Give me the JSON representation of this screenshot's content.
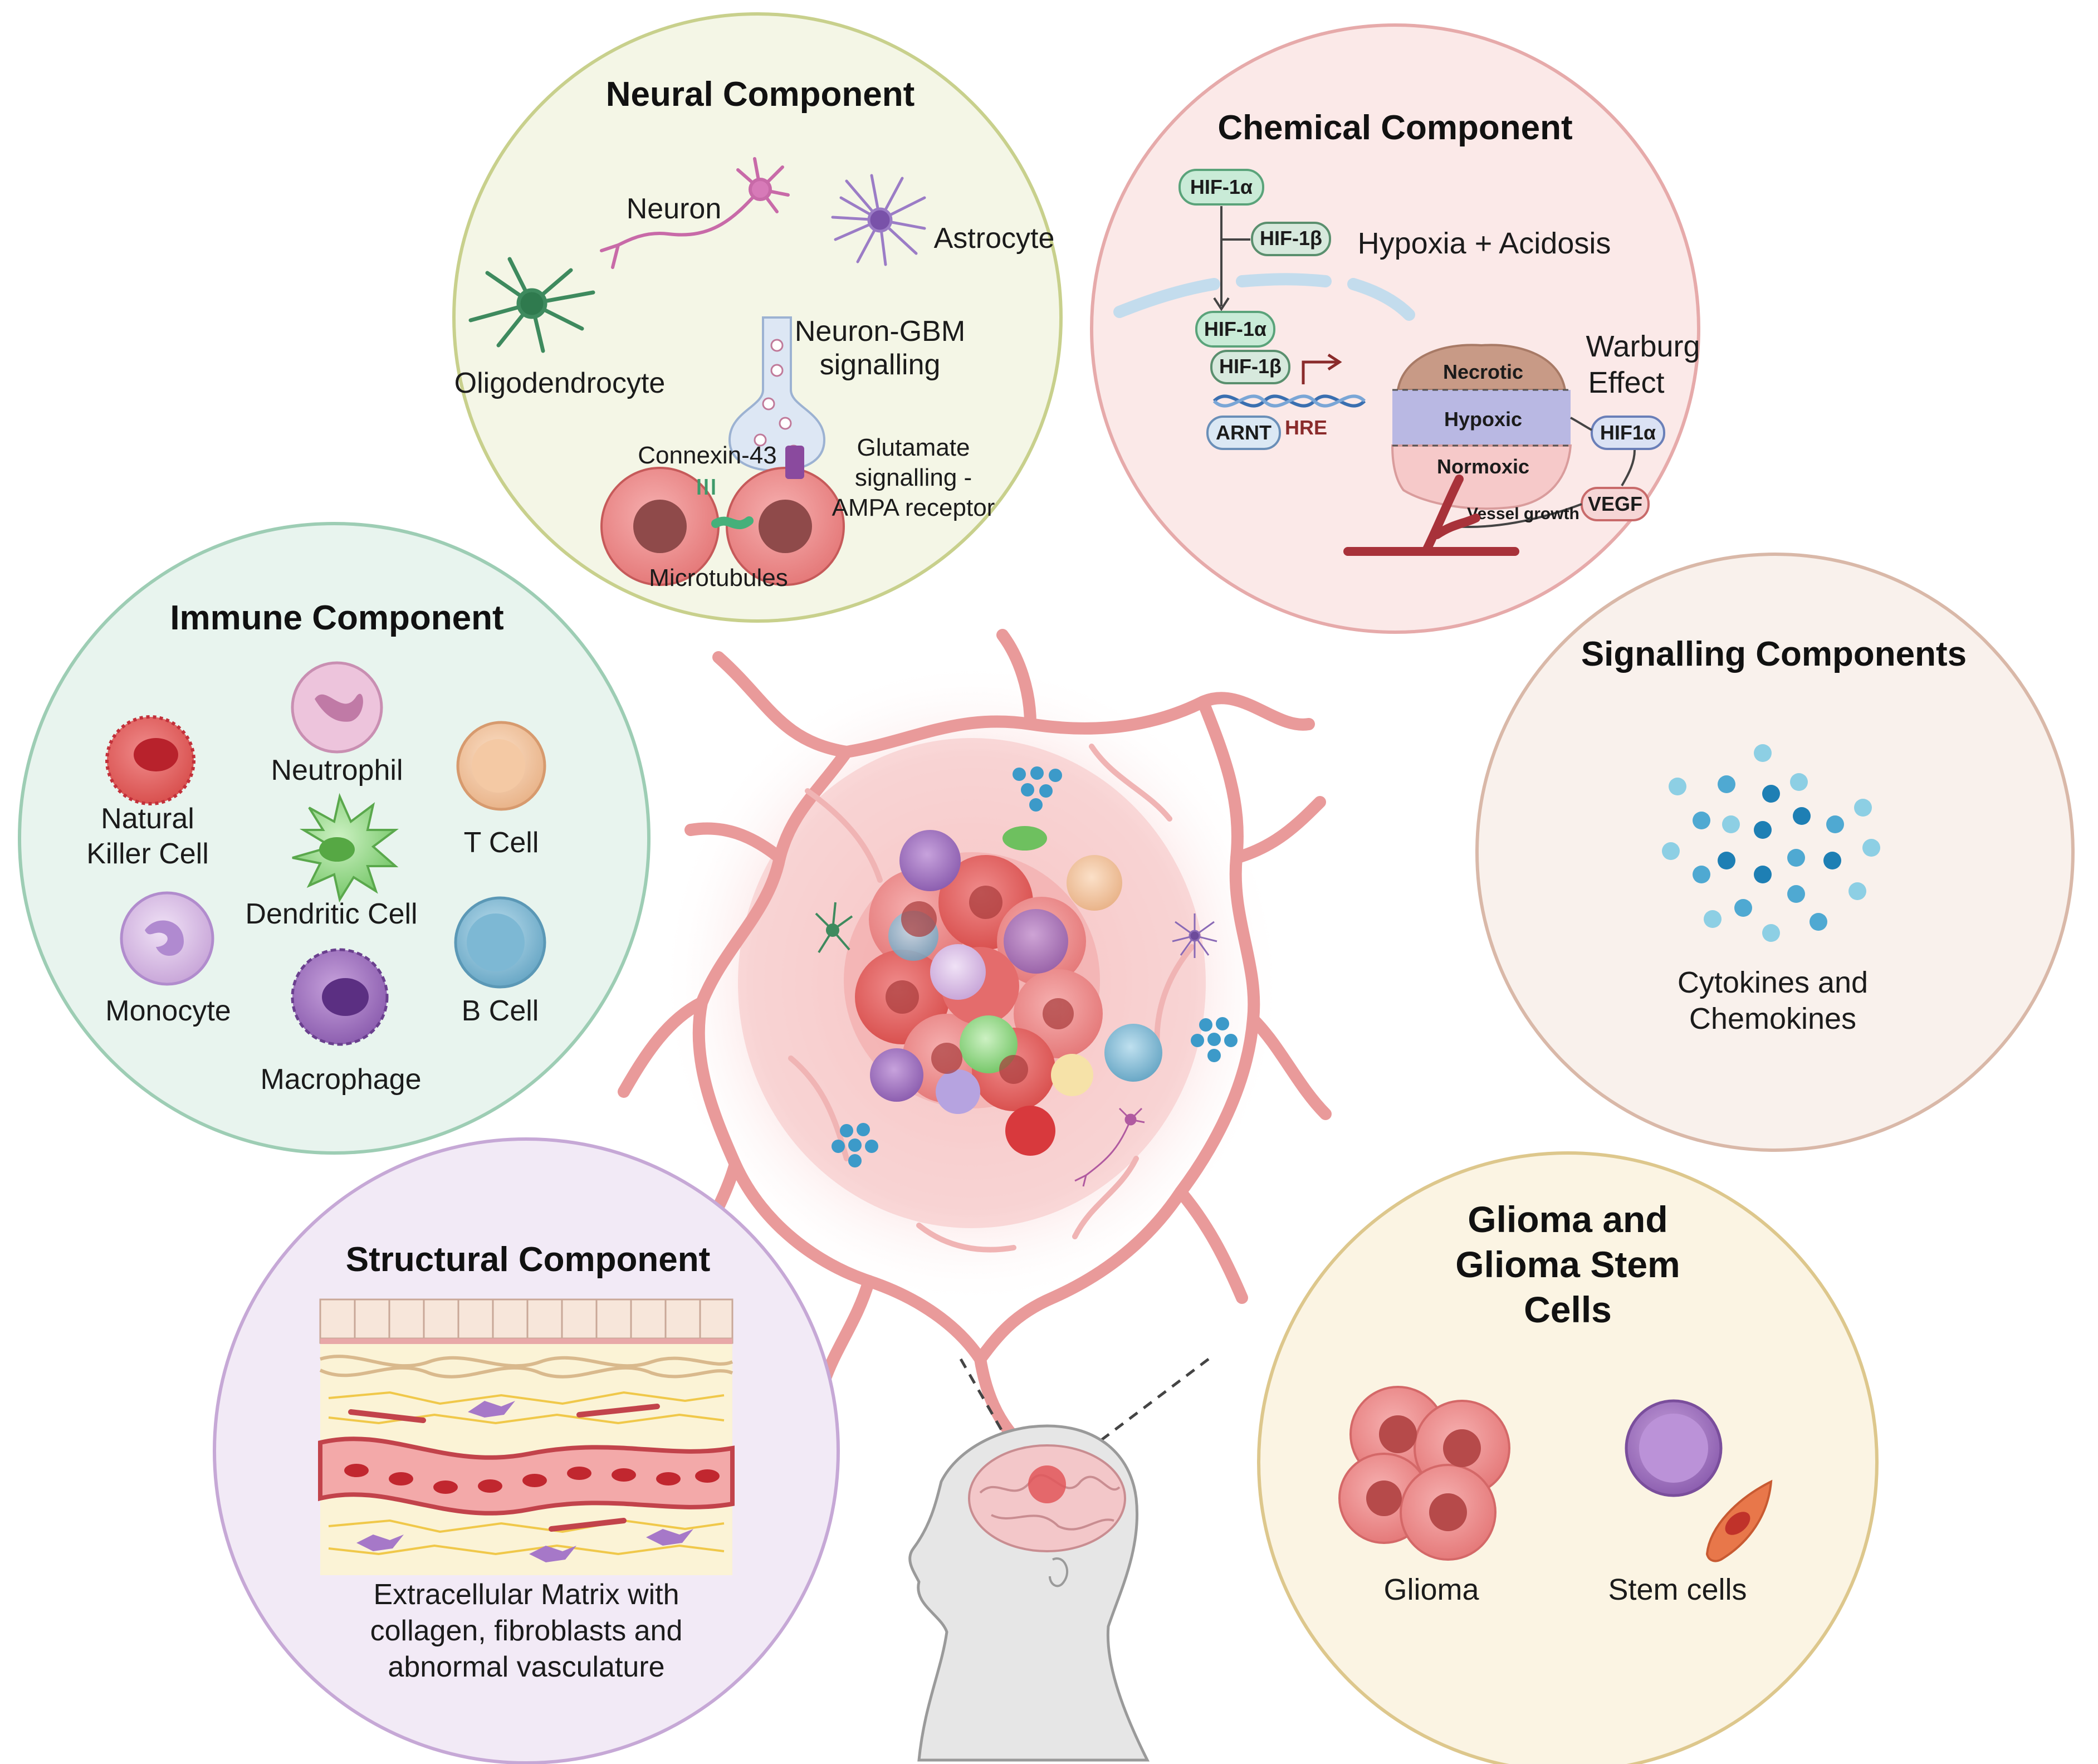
{
  "neural": {
    "title": "Neural Component",
    "neuron": "Neuron",
    "astrocyte": "Astrocyte",
    "oligodendrocyte": "Oligodendrocyte",
    "neuron_gbm_1": "Neuron-GBM",
    "neuron_gbm_2": "signalling",
    "connexin": "Connexin-43",
    "glutamate_1": "Glutamate",
    "glutamate_2": "signalling -",
    "glutamate_3": "AMPA receptor",
    "microtubules": "Microtubules"
  },
  "chemical": {
    "title": "Chemical Component",
    "hif1a": "HIF-1α",
    "hif1b": "HIF-1β",
    "hypoxia": "Hypoxia + Acidosis",
    "arnt": "ARNT",
    "hre": "HRE",
    "warburg_1": "Warburg",
    "warburg_2": "Effect",
    "necrotic": "Necrotic",
    "hypoxic": "Hypoxic",
    "normoxic": "Normoxic",
    "hif1a_short": "HIF1α",
    "vegf": "VEGF",
    "vessel_growth": "Vessel growth"
  },
  "immune": {
    "title": "Immune Component",
    "nk_1": "Natural",
    "nk_2": "Killer Cell",
    "neutrophil": "Neutrophil",
    "tcell": "T Cell",
    "dendritic": "Dendritic Cell",
    "monocyte": "Monocyte",
    "bcell": "B Cell",
    "macrophage": "Macrophage"
  },
  "signalling": {
    "title": "Signalling Components",
    "caption_1": "Cytokines and",
    "caption_2": "Chemokines"
  },
  "structural": {
    "title": "Structural Component",
    "caption_1": "Extracellular Matrix with",
    "caption_2": "collagen, fibroblasts and",
    "caption_3": "abnormal vasculature"
  },
  "glioma": {
    "title_1": "Glioma and",
    "title_2": "Glioma Stem",
    "title_3": "Cells",
    "glioma": "Glioma",
    "stem": "Stem cells"
  },
  "colors": {
    "neural_bg": "#f4f6e6",
    "neural_border": "#c8d08c",
    "chemical_bg": "#fbe9e8",
    "chemical_border": "#e6aaaa",
    "immune_bg": "#e8f4ee",
    "immune_border": "#9dcdb4",
    "signalling_bg": "#f9f1ec",
    "signalling_border": "#d9b8a8",
    "structural_bg": "#f2eaf6",
    "structural_border": "#c6a8d6",
    "glioma_bg": "#fbf4e3",
    "glioma_border": "#ddc78c"
  }
}
